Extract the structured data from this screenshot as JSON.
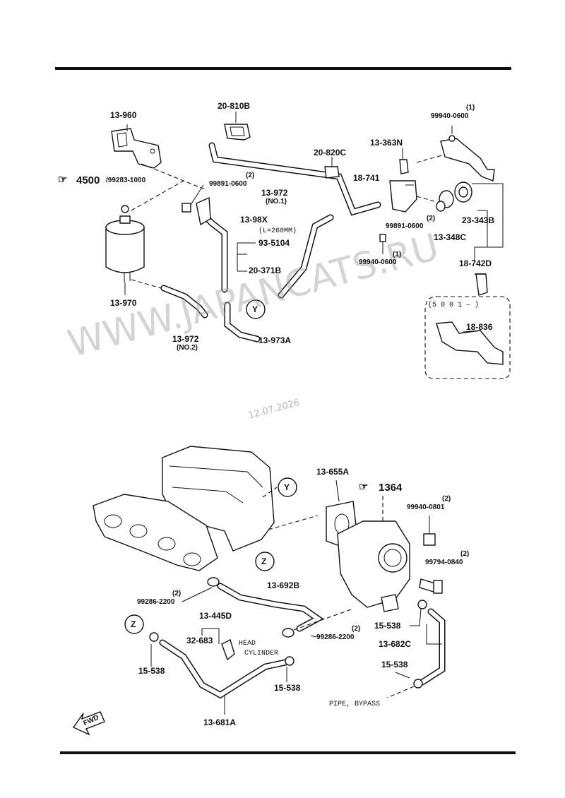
{
  "watermark": {
    "text": "WWW.JAPANCATS.RU",
    "date": "12.07.2026"
  },
  "parts": {
    "p13960": "13-960",
    "p20810b": "20-810B",
    "p99940_0600_top_qty": "(1)",
    "p99940_0600_top": "99940-0600",
    "p13363n": "13-363N",
    "p20820c": "20-820C",
    "p4500": "4500",
    "p99283": "/99283-1000",
    "p99891_left_qty": "(2)",
    "p99891_left": "99891-0600",
    "p13972_1": "13-972",
    "p13972_1_sub": "(NO.1)",
    "p18741": "18-741",
    "p13_98x": "13-98X",
    "p_len": "(L=260MM)",
    "p93_5104": "93-5104",
    "p20_371b": "20-371B",
    "p99891_right_qty": "(2)",
    "p99891_right": "99891-0600",
    "p23_343b": "23-343B",
    "p13_348c": "13-348C",
    "p99940_0600_bot_qty": "(1)",
    "p99940_0600_bot": "99940-0600",
    "p18_742d": "18-742D",
    "p13_970": "13-970",
    "p_y_top": "Y",
    "p13972_2": "13-972",
    "p13972_2_sub": "(NO.2)",
    "p13_973a": "13-973A",
    "p_serial": "(5 0 0 1 – )",
    "p18_836": "18-836",
    "p_y_bot": "Y",
    "p13_655a": "13-655A",
    "p1364": "1364",
    "p99940_0801_qty": "(2)",
    "p99940_0801": "99940-0801",
    "p_z_top": "Z",
    "p99794_qty": "(2)",
    "p99794": "99794-0840",
    "p99286_a_qty": "(2)",
    "p99286_a": "99286-2200",
    "p13_692b": "13-692B",
    "p13_445d": "13-445D",
    "p_z_left": "Z",
    "p32_683": "32-683",
    "p_head": "HEAD",
    "p_cyl": "CYLINDER",
    "p99286_b_qty": "(2)",
    "p99286_b": "99286-2200",
    "p15_538_a": "15-538",
    "p13_682c": "13-682C",
    "p15_538_b": "15-538",
    "p15_538_c": "15-538",
    "p15_538_d": "15-538",
    "p_pipe_bypass": "PIPE, BYPASS",
    "p13_681a": "13-681A",
    "p_fwd": "FWD"
  }
}
